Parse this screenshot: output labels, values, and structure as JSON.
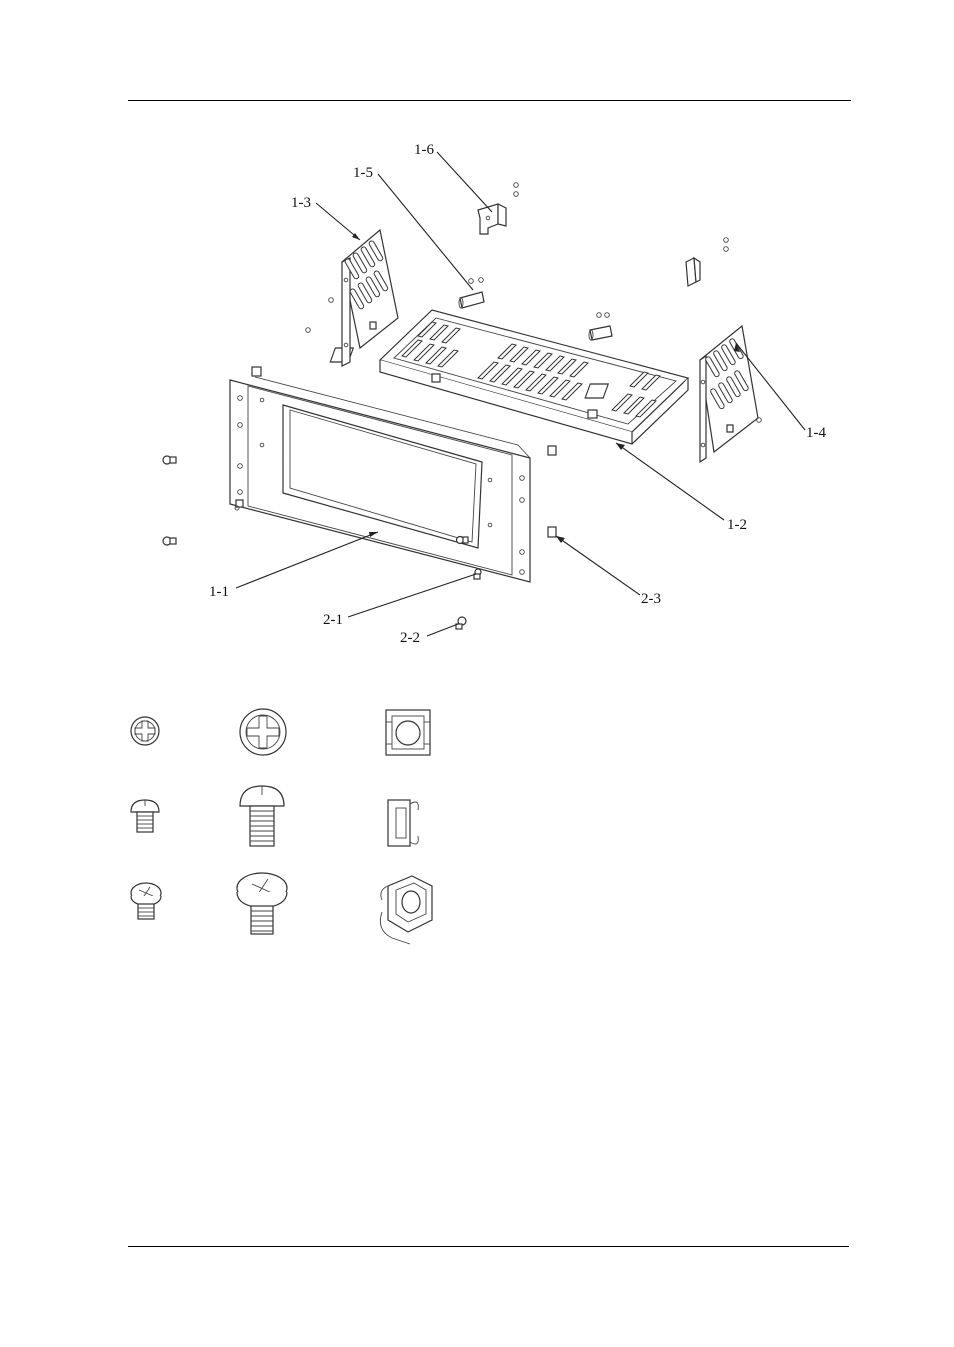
{
  "callouts": {
    "c1_1": "1-1",
    "c1_2": "1-2",
    "c1_3": "1-3",
    "c1_4": "1-4",
    "c1_5": "1-5",
    "c1_6": "1-6",
    "c2_1": "2-1",
    "c2_2": "2-2",
    "c2_3": "2-3"
  },
  "icons": {
    "rows": [
      "top-view",
      "side-view",
      "iso-view"
    ],
    "columns": [
      "small-screw",
      "large-screw",
      "cage-nut"
    ]
  }
}
